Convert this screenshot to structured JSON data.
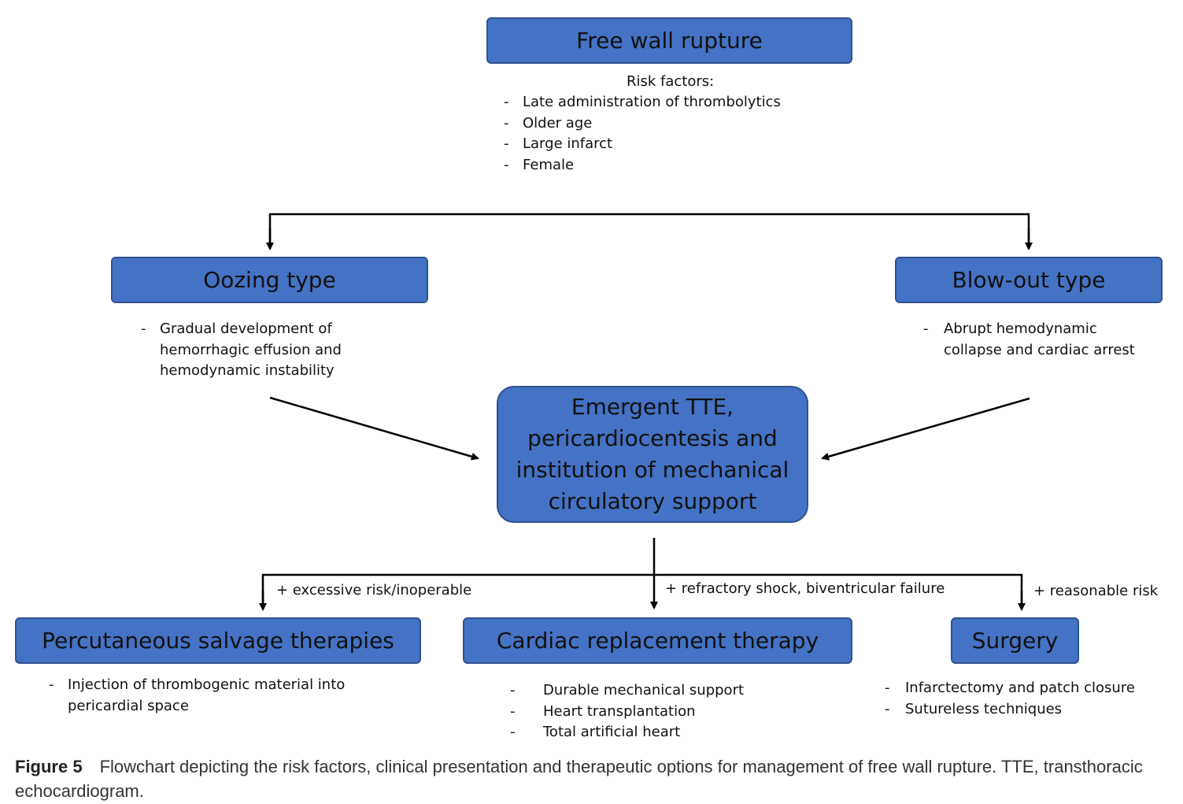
{
  "nodes": {
    "top": "Free wall rupture",
    "oozing": "Oozing type",
    "blowout": "Blow-out type",
    "center": [
      "Emergent TTE,",
      "pericardiocentesis and",
      "institution of mechanical",
      "circulatory support"
    ],
    "percutaneous": "Percutaneous salvage therapies",
    "replacement": "Cardiac replacement therapy",
    "surgery": "Surgery"
  },
  "risk": {
    "heading": "Risk factors:",
    "items": [
      "Late administration of thrombolytics",
      "Older age",
      "Large infarct",
      "Female"
    ]
  },
  "oozing_desc": [
    "Gradual development of",
    "hemorrhagic effusion and",
    "hemodynamic instability"
  ],
  "blowout_desc": [
    "Abrupt hemodynamic",
    "collapse and cardiac arrest"
  ],
  "edges": {
    "left": "+ excessive risk/inoperable",
    "middle": "+ refractory shock, biventricular failure",
    "right": "+ reasonable risk"
  },
  "percutaneous_desc": [
    "Injection of thrombogenic material into",
    "pericardial space"
  ],
  "replacement_desc": [
    "Durable mechanical support",
    "Heart transplantation",
    "Total artificial heart"
  ],
  "surgery_desc": [
    "Infarctectomy and patch closure",
    "Sutureless techniques"
  ],
  "bullet_marker": "-",
  "caption": {
    "label": "Figure 5",
    "text": "Flowchart depicting the risk factors, clinical presentation and therapeutic options for management of free wall rupture. TTE, transthoracic echocardiogram."
  },
  "colors": {
    "box_fill": "#4472c4",
    "box_border": "#2f528f",
    "line": "#000000"
  }
}
